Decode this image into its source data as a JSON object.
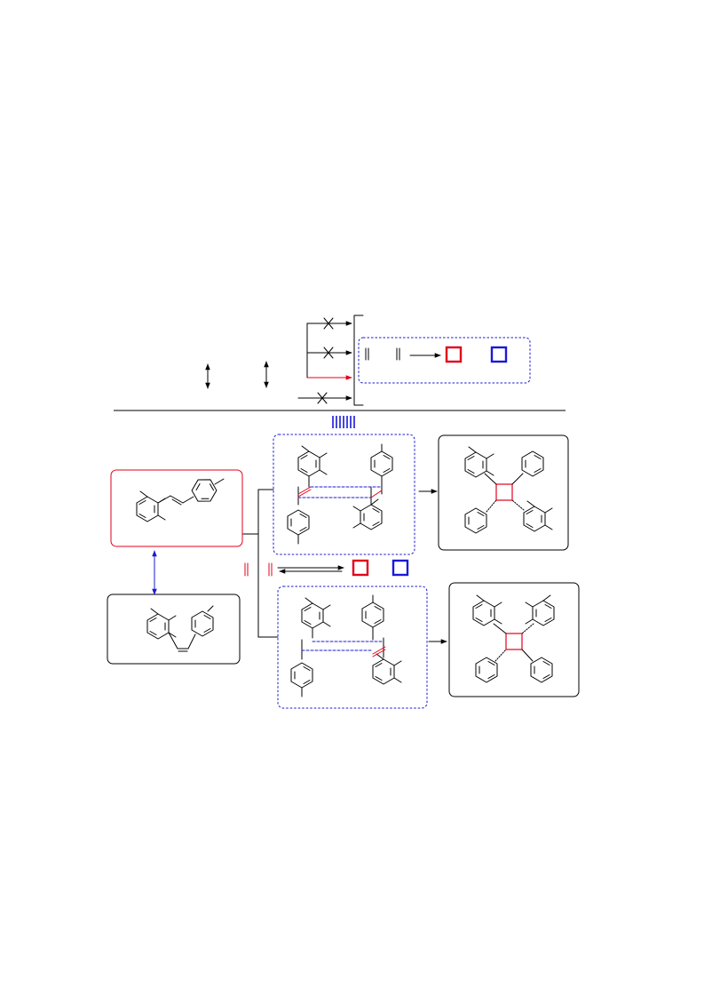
{
  "diagram": {
    "type": "chemical-reaction-scheme",
    "description_text": [],
    "colors": {
      "ink": "#000000",
      "red": "#e2001a",
      "blue": "#1a1ad6"
    },
    "icons": [
      "double-headed-arrow-icon",
      "blocked-arrow-icon",
      "reaction-arrow-icon",
      "equilibrium-arrow-icon",
      "double-bond-icon",
      "cyclobutane-square-icon",
      "stilbene-molecule",
      "cyclobutane-dimer-molecule"
    ]
  }
}
